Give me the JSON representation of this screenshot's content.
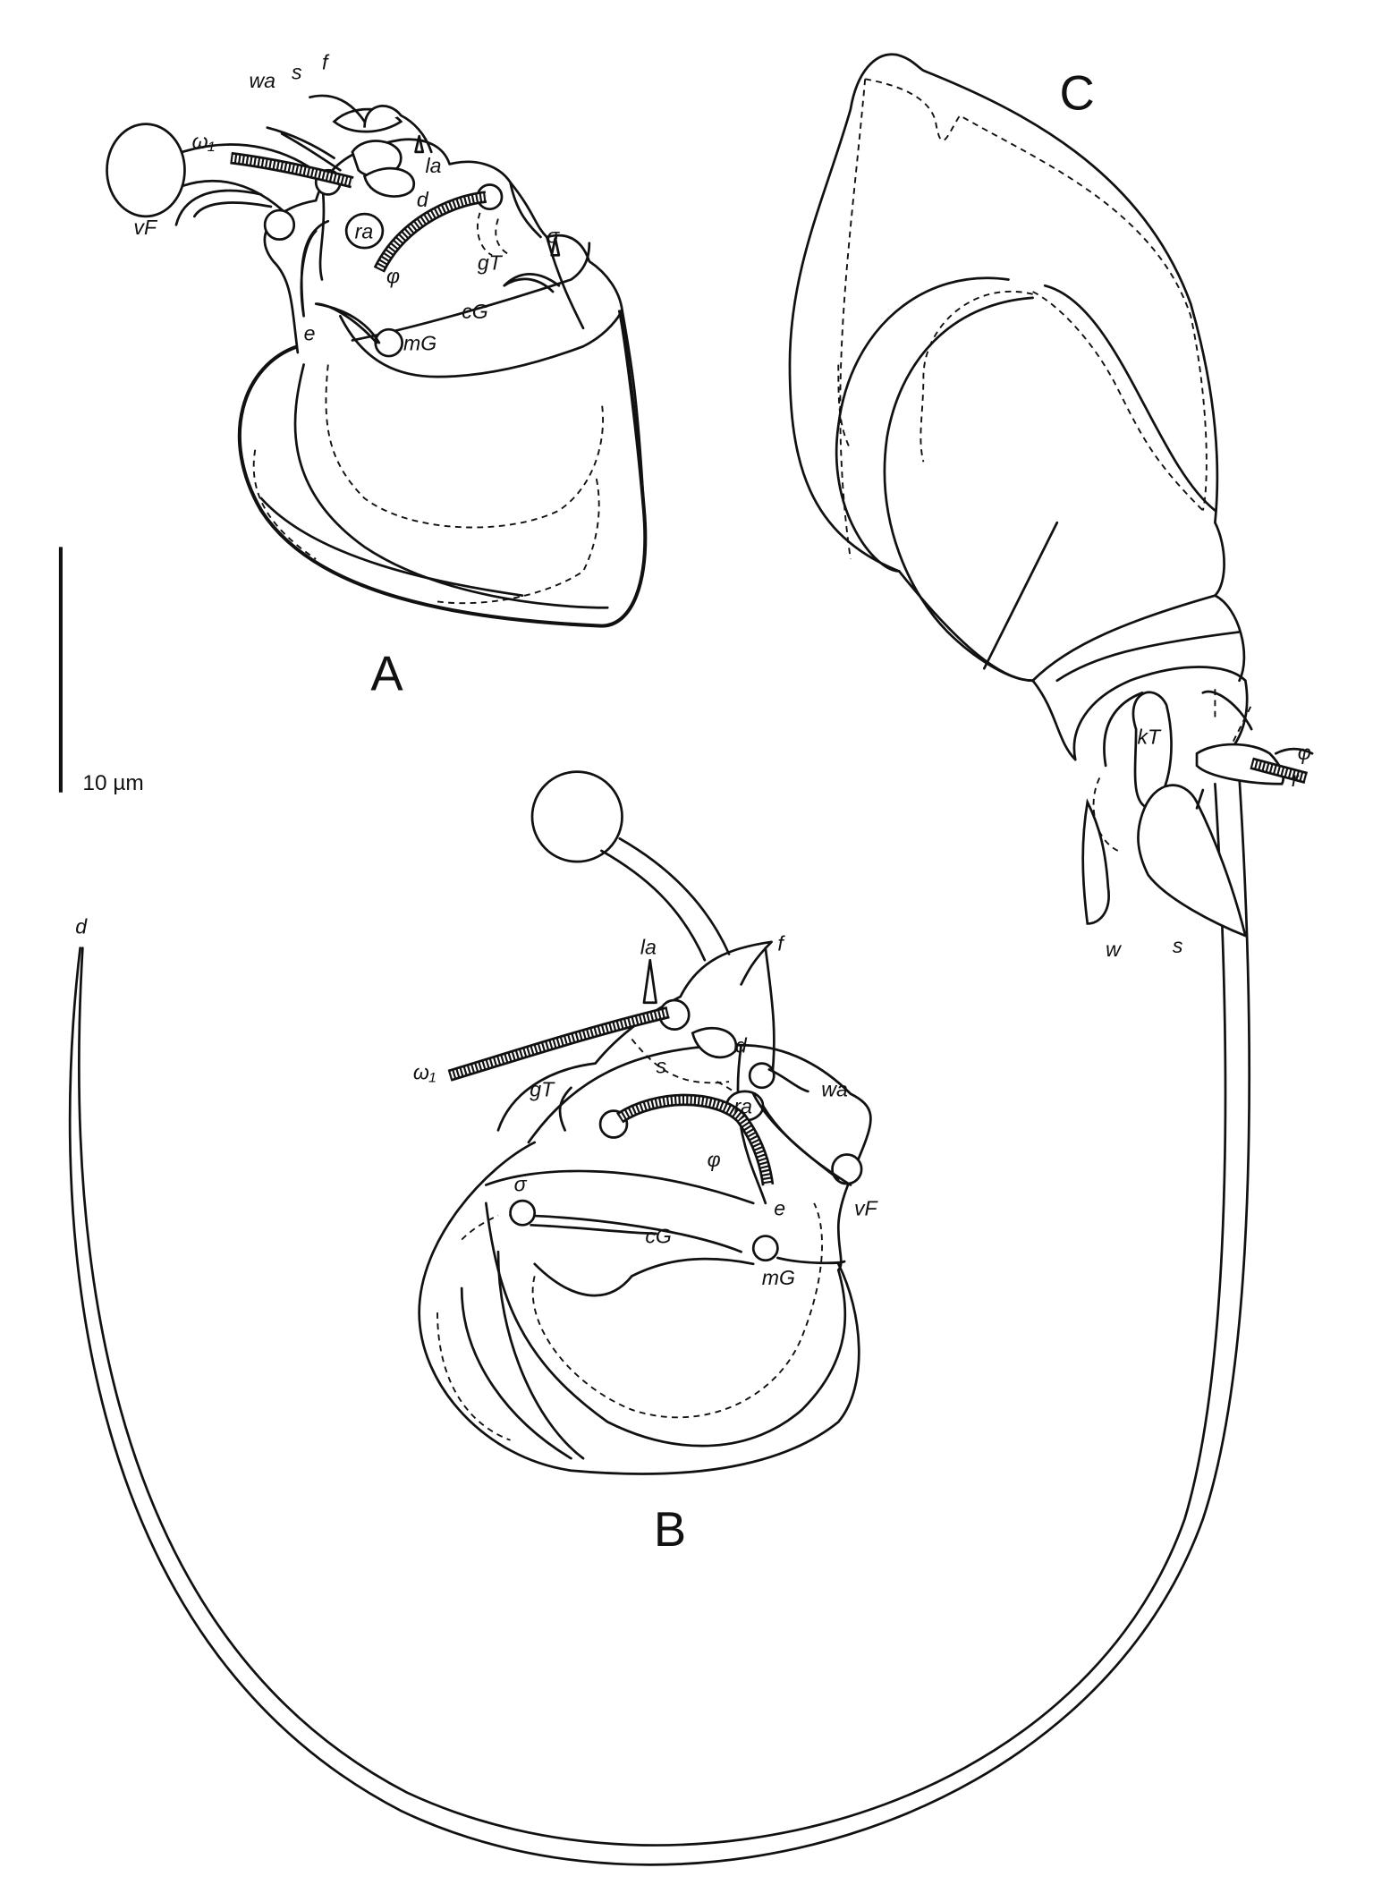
{
  "figure": {
    "panels": {
      "A": {
        "title": "A",
        "labels": [
          "wa",
          "s",
          "f",
          "ω₁",
          "la",
          "d",
          "vF",
          "ra",
          "gT",
          "φ",
          "σ",
          "e",
          "mG",
          "cG"
        ]
      },
      "B": {
        "title": "B",
        "labels": [
          "la",
          "f",
          "d",
          "ω₁",
          "s",
          "gT",
          "wa",
          "ra",
          "φ",
          "σ",
          "e",
          "vF",
          "cG",
          "mG"
        ]
      },
      "C": {
        "title": "C",
        "labels": [
          "kT",
          "φ",
          "r",
          "w",
          "s",
          "d"
        ]
      }
    },
    "scale_bar": {
      "label": "10 µm",
      "value_um": 10
    }
  }
}
